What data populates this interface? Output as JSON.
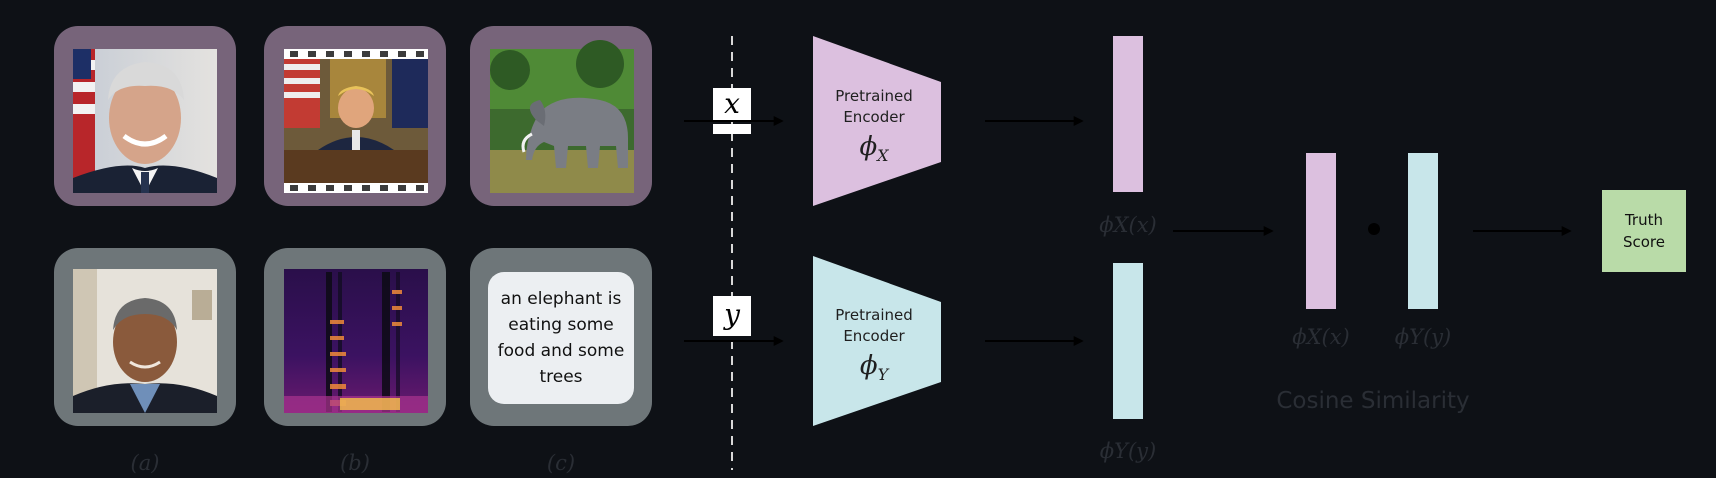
{
  "diagram": {
    "panel_labels": [
      "(a)",
      "(b)",
      "(c)"
    ],
    "caption_text": "an elephant is eating some food and some trees",
    "input_x": "x",
    "input_y": "y",
    "encoder_x": {
      "line1": "Pretrained",
      "line2": "Encoder",
      "symbol": "ϕ",
      "subscript": "X"
    },
    "encoder_y": {
      "line1": "Pretrained",
      "line2": "Encoder",
      "symbol": "ϕ",
      "subscript": "Y"
    },
    "embedding_x_label": "ϕX(x)",
    "embedding_y_label": "ϕY(y)",
    "cosine_label": "Cosine Similarity",
    "dot_operator": "•",
    "output_label": {
      "line1": "Truth",
      "line2": "Score"
    },
    "colors": {
      "background": "#0e1116",
      "frame_x": "#77647a",
      "frame_y": "#6e7679",
      "encoder_x": "#dcc0df",
      "encoder_y": "#c8e6ea",
      "truth": "#b9dba8"
    },
    "images": [
      "smiling-man-portrait",
      "president-at-desk-film-strip",
      "elephants-walking",
      "man-portrait",
      "audio-spectrogram"
    ]
  }
}
